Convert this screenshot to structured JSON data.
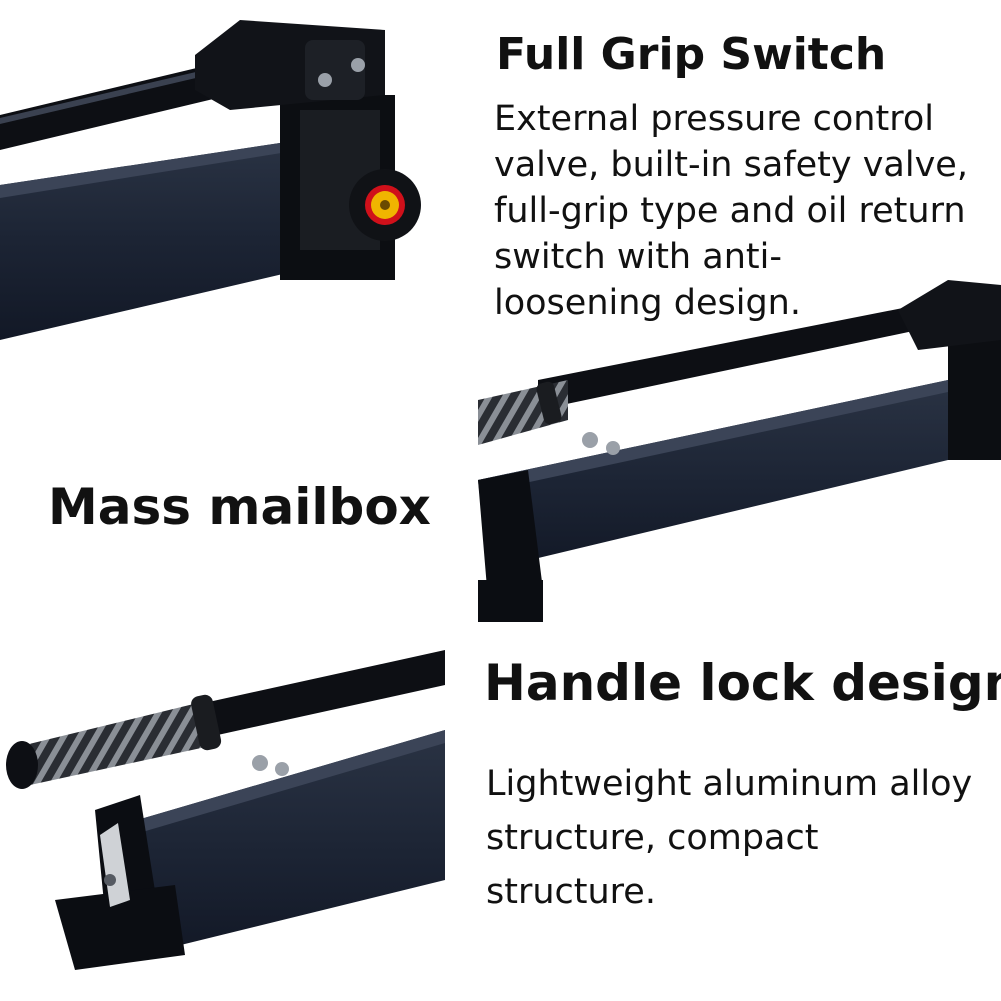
{
  "sections": {
    "full_grip": {
      "heading": "Full Grip Switch",
      "line1": "External pressure control",
      "line2": "valve, built-in safety valve,",
      "line3": "full-grip type and oil return",
      "line4": "switch with anti-",
      "line5": "loosening design."
    },
    "mass_mailbox": {
      "heading": "Mass mailbox"
    },
    "handle_lock": {
      "heading": "Handle lock design",
      "line1": "Lightweight aluminum alloy",
      "line2": "structure, compact structure."
    }
  },
  "colors": {
    "pump_body": "#1c2434",
    "pump_edge": "#0a0d14",
    "valve_knob": "#f0b400",
    "valve_ring": "#d0101a",
    "grip_stripe": "#8a8f96",
    "background": "#ffffff"
  }
}
